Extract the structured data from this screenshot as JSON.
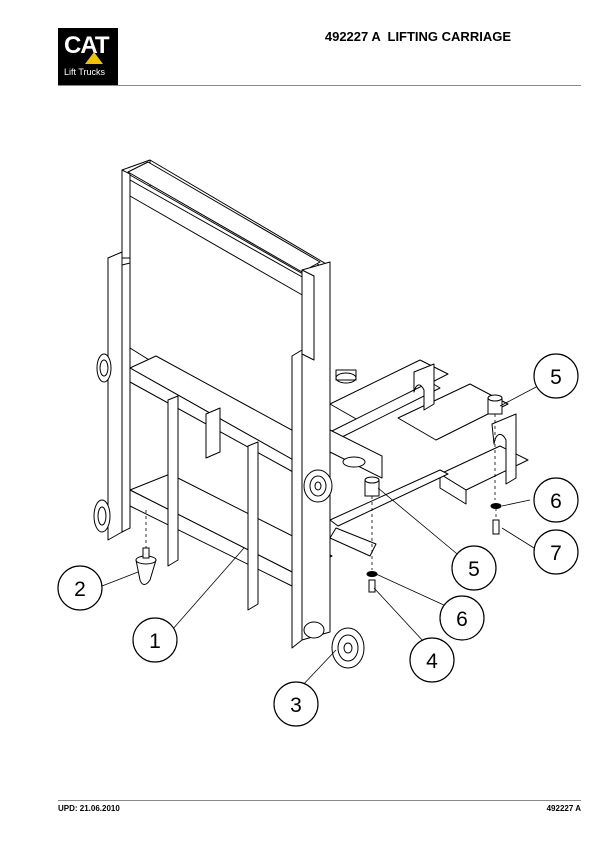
{
  "header": {
    "logo_main": "CAT",
    "logo_sub": "Lift Trucks",
    "title": "492227 A  LIFTING CARRIAGE"
  },
  "callouts": [
    "1",
    "2",
    "3",
    "4",
    "5",
    "5",
    "6",
    "6",
    "7"
  ],
  "footer": {
    "update": "UPD: 21.06.2010",
    "doc_number": "492227 A"
  },
  "colors": {
    "ink": "#000000",
    "logo_bg": "#000000",
    "logo_accent": "#f2c200",
    "rule": "#888888"
  }
}
